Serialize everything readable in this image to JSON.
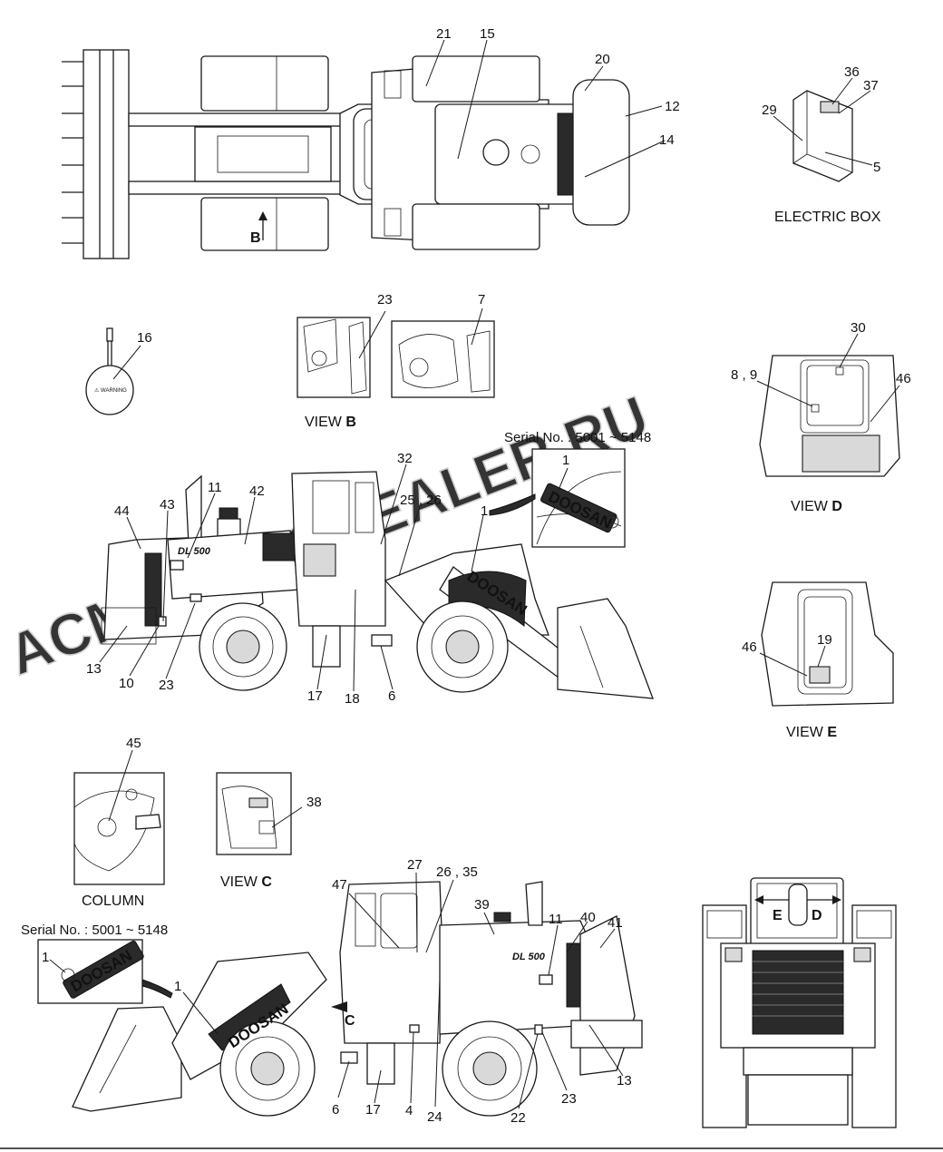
{
  "views": {
    "electric_box": "ELECTRIC BOX",
    "view_b_prefix": "VIEW",
    "view_b_letter": "B",
    "view_c_prefix": "VIEW",
    "view_c_letter": "C",
    "view_d_prefix": "VIEW",
    "view_d_letter": "D",
    "view_e_prefix": "VIEW",
    "view_e_letter": "E",
    "column": "COLUMN"
  },
  "serial_top": "Serial No. : 5001 ~ 5148",
  "serial_bottom": "Serial No. : 5001 ~ 5148",
  "markers": {
    "b": "B",
    "c": "C",
    "e": "E",
    "d": "D"
  },
  "decal": {
    "brand": "DOOSAN",
    "model": "DL 500",
    "warning": "⚠ WARNING"
  },
  "watermark": "ACMT.AUTODEALER.RU",
  "callouts": {
    "top": [
      "21",
      "15",
      "20",
      "12",
      "14"
    ],
    "electric_box": [
      "36",
      "37",
      "29",
      "5"
    ],
    "view_b": [
      "23",
      "7"
    ],
    "tag": [
      "16"
    ],
    "view_d": [
      "30",
      "8 , 9",
      "46"
    ],
    "side_left": [
      "32",
      "11",
      "42",
      "25 , 26",
      "1",
      "44",
      "43",
      "13",
      "10",
      "23",
      "17",
      "18",
      "6",
      "1"
    ],
    "view_e": [
      "46",
      "19"
    ],
    "column": [
      "45"
    ],
    "view_c": [
      "38"
    ],
    "side_right": [
      "27",
      "26 , 35",
      "47",
      "39",
      "11",
      "40",
      "41",
      "1",
      "1",
      "6",
      "17",
      "4",
      "24",
      "22",
      "23",
      "13"
    ]
  }
}
